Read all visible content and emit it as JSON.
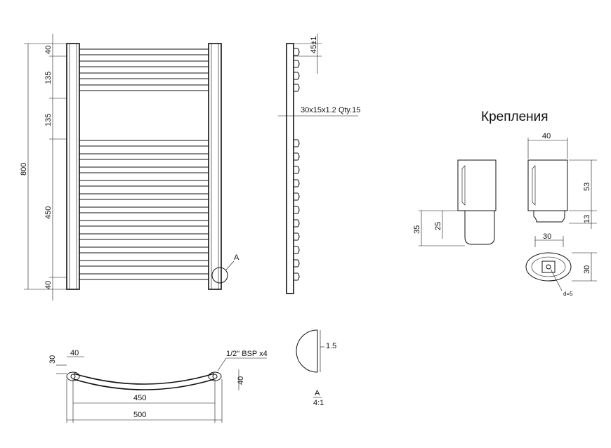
{
  "front_view": {
    "height_total": "800",
    "top_margin": "40",
    "section_1": "135",
    "section_2": "135",
    "section_3": "450",
    "bottom_margin": "40",
    "detail_marker": "A"
  },
  "side_view": {
    "pitch": "45±1",
    "tube_spec": "30x15x1.2  Qty.15"
  },
  "top_view": {
    "offset_v": "30",
    "offset_h": "40",
    "connection": "1/2\" BSP x4",
    "depth": "40",
    "center_distance": "450",
    "overall_width": "500"
  },
  "detail_a": {
    "wall": "1.5",
    "label": "A",
    "scale": "4:1"
  },
  "mounts": {
    "title": "Крепления",
    "width": "40",
    "height_top": "53",
    "height_bottom": "13",
    "depth_35": "35",
    "depth_25": "25",
    "base_width": "30",
    "base_height": "30",
    "hole": "d=5"
  }
}
